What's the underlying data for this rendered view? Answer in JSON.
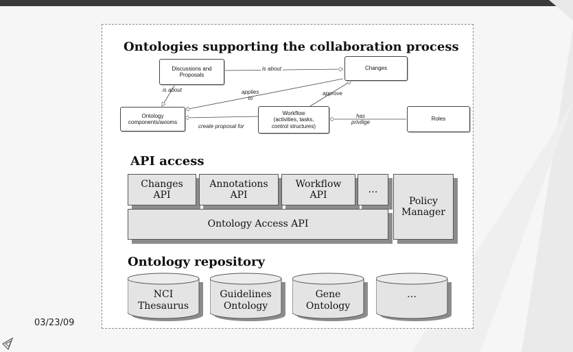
{
  "slide": {
    "date": "03/23/09"
  },
  "ontology_section": {
    "title": "Ontologies supporting the collaboration process",
    "nodes": {
      "discussions": "Discussions and\nProposals",
      "changes": "Changes",
      "components": "Ontology\ncomponents/axioms",
      "workflow": "Workflow\n(activities, tasks,\ncontrol structures)",
      "roles": "Roles"
    },
    "edges": {
      "is_about_1": "is about",
      "is_about_2": "is about",
      "applies_to": "applies\nto",
      "approve": "approve",
      "has_privilige": "has\nprivilige",
      "create_proposal_for": "create proposal for"
    }
  },
  "api_section": {
    "title": "API access",
    "changes_api": "Changes\nAPI",
    "annotations_api": "Annotations\nAPI",
    "workflow_api": "Workflow\nAPI",
    "more": "…",
    "policy_manager": "Policy\nManager",
    "ontology_access_api": "Ontology Access API"
  },
  "repository_section": {
    "title": "Ontology repository",
    "databases": [
      "NCI\nThesaurus",
      "Guidelines\nOntology",
      "Gene\nOntology",
      "…"
    ]
  },
  "colors": {
    "box_fill": "#e4e4e4",
    "box_shadow": "#8c8c8c",
    "top_bar": "#3a3a3a"
  }
}
